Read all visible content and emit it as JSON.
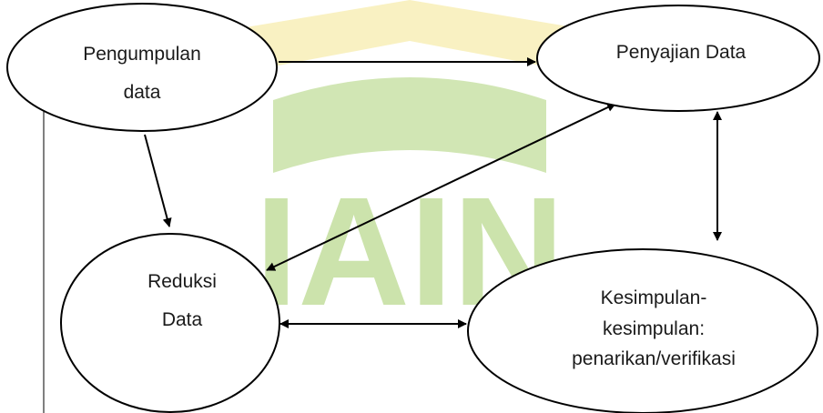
{
  "watermark": {
    "text": "IAIN",
    "color": "#7fb93a",
    "accent": "#f2e27a"
  },
  "nodes": {
    "pengumpulan": {
      "line1": "Pengumpulan",
      "line2": "data"
    },
    "penyajian": {
      "line1": "Penyajian Data"
    },
    "reduksi": {
      "line1": "Reduksi",
      "line2": "Data"
    },
    "kesimpulan": {
      "line1": "Kesimpulan-",
      "line2": "kesimpulan:",
      "line3": "penarikan/verifikasi"
    }
  },
  "colors": {
    "stroke": "#000000",
    "background": "#ffffff"
  }
}
